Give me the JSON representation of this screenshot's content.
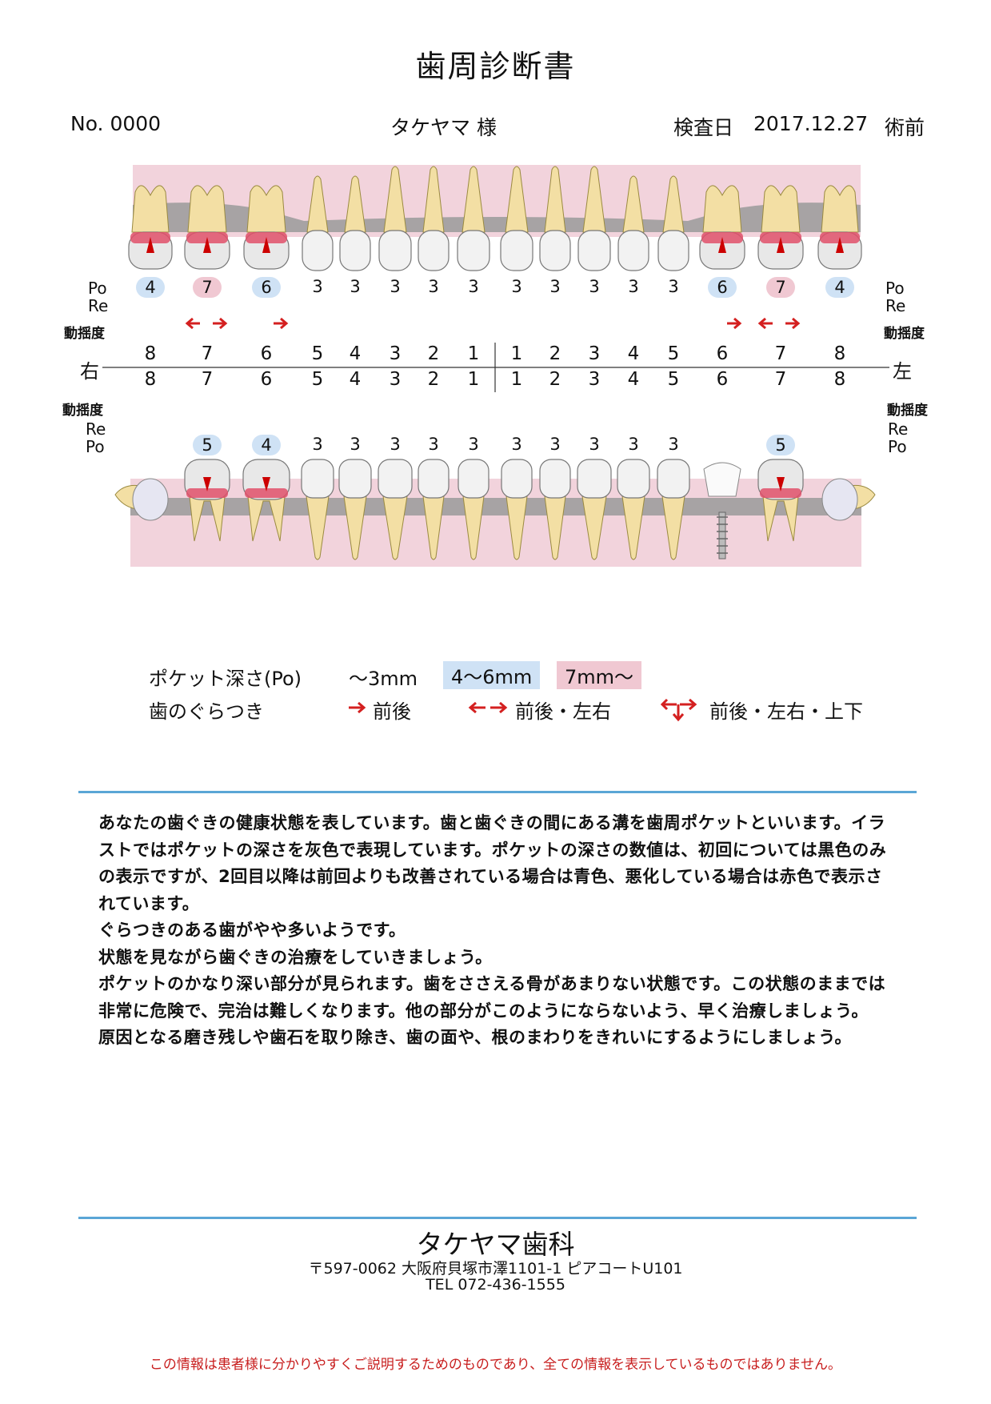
{
  "title": "歯周診断書",
  "header": {
    "no": "No. 0000",
    "patient": "タケヤマ 様",
    "date_label": "検査日",
    "date": "2017.12.27",
    "stage": "術前"
  },
  "labels": {
    "po": "Po",
    "re": "Re",
    "mobility": "動揺度",
    "right": "右",
    "left": "左"
  },
  "upper": {
    "teeth": [
      "8",
      "7",
      "6",
      "5",
      "4",
      "3",
      "2",
      "1",
      "1",
      "2",
      "3",
      "4",
      "5",
      "6",
      "7",
      "8"
    ],
    "po": [
      "4",
      "7",
      "6",
      "3",
      "3",
      "3",
      "3",
      "3",
      "3",
      "3",
      "3",
      "3",
      "3",
      "6",
      "7",
      "4"
    ],
    "po_level": [
      "mid",
      "high",
      "mid",
      "",
      "",
      "",
      "",
      "",
      "",
      "",
      "",
      "",
      "",
      "mid",
      "high",
      "mid"
    ]
  },
  "lower": {
    "teeth": [
      "8",
      "7",
      "6",
      "5",
      "4",
      "3",
      "2",
      "1",
      "1",
      "2",
      "3",
      "4",
      "5",
      "6",
      "7",
      "8"
    ],
    "po": [
      "",
      "5",
      "4",
      "3",
      "3",
      "3",
      "3",
      "3",
      "3",
      "3",
      "3",
      "3",
      "3",
      "",
      "5",
      ""
    ],
    "po_level": [
      "",
      "mid",
      "mid",
      "",
      "",
      "",
      "",
      "",
      "",
      "",
      "",
      "",
      "",
      "",
      "mid",
      ""
    ]
  },
  "legend": {
    "pocket_label": "ポケット深さ(Po)",
    "range_low": "〜3mm",
    "range_mid": "4〜6mm",
    "range_high": "7mm〜",
    "mobility_label": "歯のぐらつき",
    "mob1": "前後",
    "mob2": "前後・左右",
    "mob3": "前後・左右・上下"
  },
  "colors": {
    "mid": "#cfe2f5",
    "high": "#f0c8d2",
    "gum": "#f2d3dc",
    "root": "#f3dfa4",
    "pocket": "#9a9a9a",
    "arrow": "#d42020",
    "rule": "#5aa6d6"
  },
  "explanation": [
    "あなたの歯ぐきの健康状態を表しています。歯と歯ぐきの間にある溝を歯周ポケットといいます。イラストではポケットの深さを灰色で表現しています。ポケットの深さの数値は、初回については黒色のみの表示ですが、2回目以降は前回よりも改善されている場合は青色、悪化している場合は赤色で表示されています。",
    "ぐらつきのある歯がやや多いようです。",
    "状態を見ながら歯ぐきの治療をしていきましょう。",
    "ポケットのかなり深い部分が見られます。歯をささえる骨があまりない状態です。この状態のままでは非常に危険で、完治は難しくなります。他の部分がこのようにならないよう、早く治療しましょう。",
    "原因となる磨き残しや歯石を取り除き、歯の面や、根のまわりをきれいにするようにしましょう。"
  ],
  "clinic": {
    "name": "タケヤマ歯科",
    "address": "〒597-0062  大阪府貝塚市澤1101-1 ピアコートU101",
    "tel": "TEL 072-436-1555"
  },
  "disclaimer": "この情報は患者様に分かりやすくご説明するためのものであり、全ての情報を表示しているものではありません。"
}
